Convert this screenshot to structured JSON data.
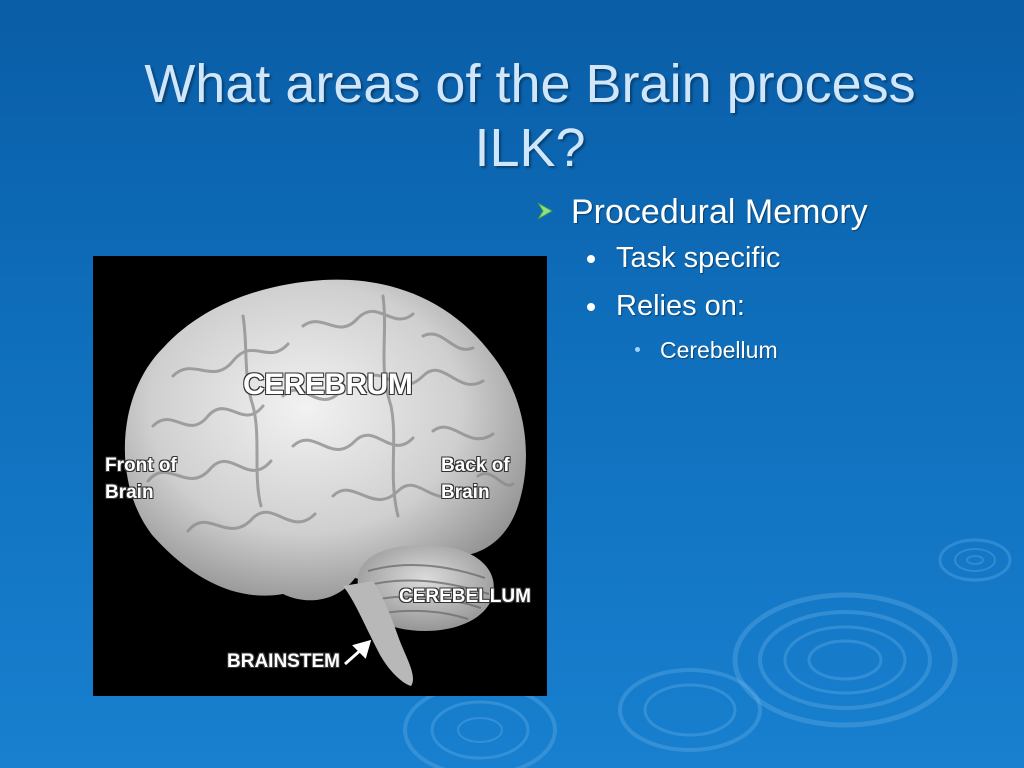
{
  "slide": {
    "title": "What areas of the Brain process ILK?",
    "bullets": {
      "level1": "Procedural Memory",
      "level2": [
        "Task specific",
        "Relies on:"
      ],
      "level3": [
        "Cerebellum"
      ]
    }
  },
  "image": {
    "labels": {
      "cerebrum": "CEREBRUM",
      "front": "Front of Brain",
      "back": "Back of Brain",
      "cerebellum": "CEREBELLUM",
      "brainstem": "BRAINSTEM"
    },
    "icons": [
      "arrow-pointer-icon"
    ]
  },
  "colors": {
    "background": "#0f6fbc",
    "title_text": "#cfe6fb",
    "bullet_arrow": "#8fe08a",
    "body_text": "#ffffff",
    "photo_background": "#000000"
  }
}
